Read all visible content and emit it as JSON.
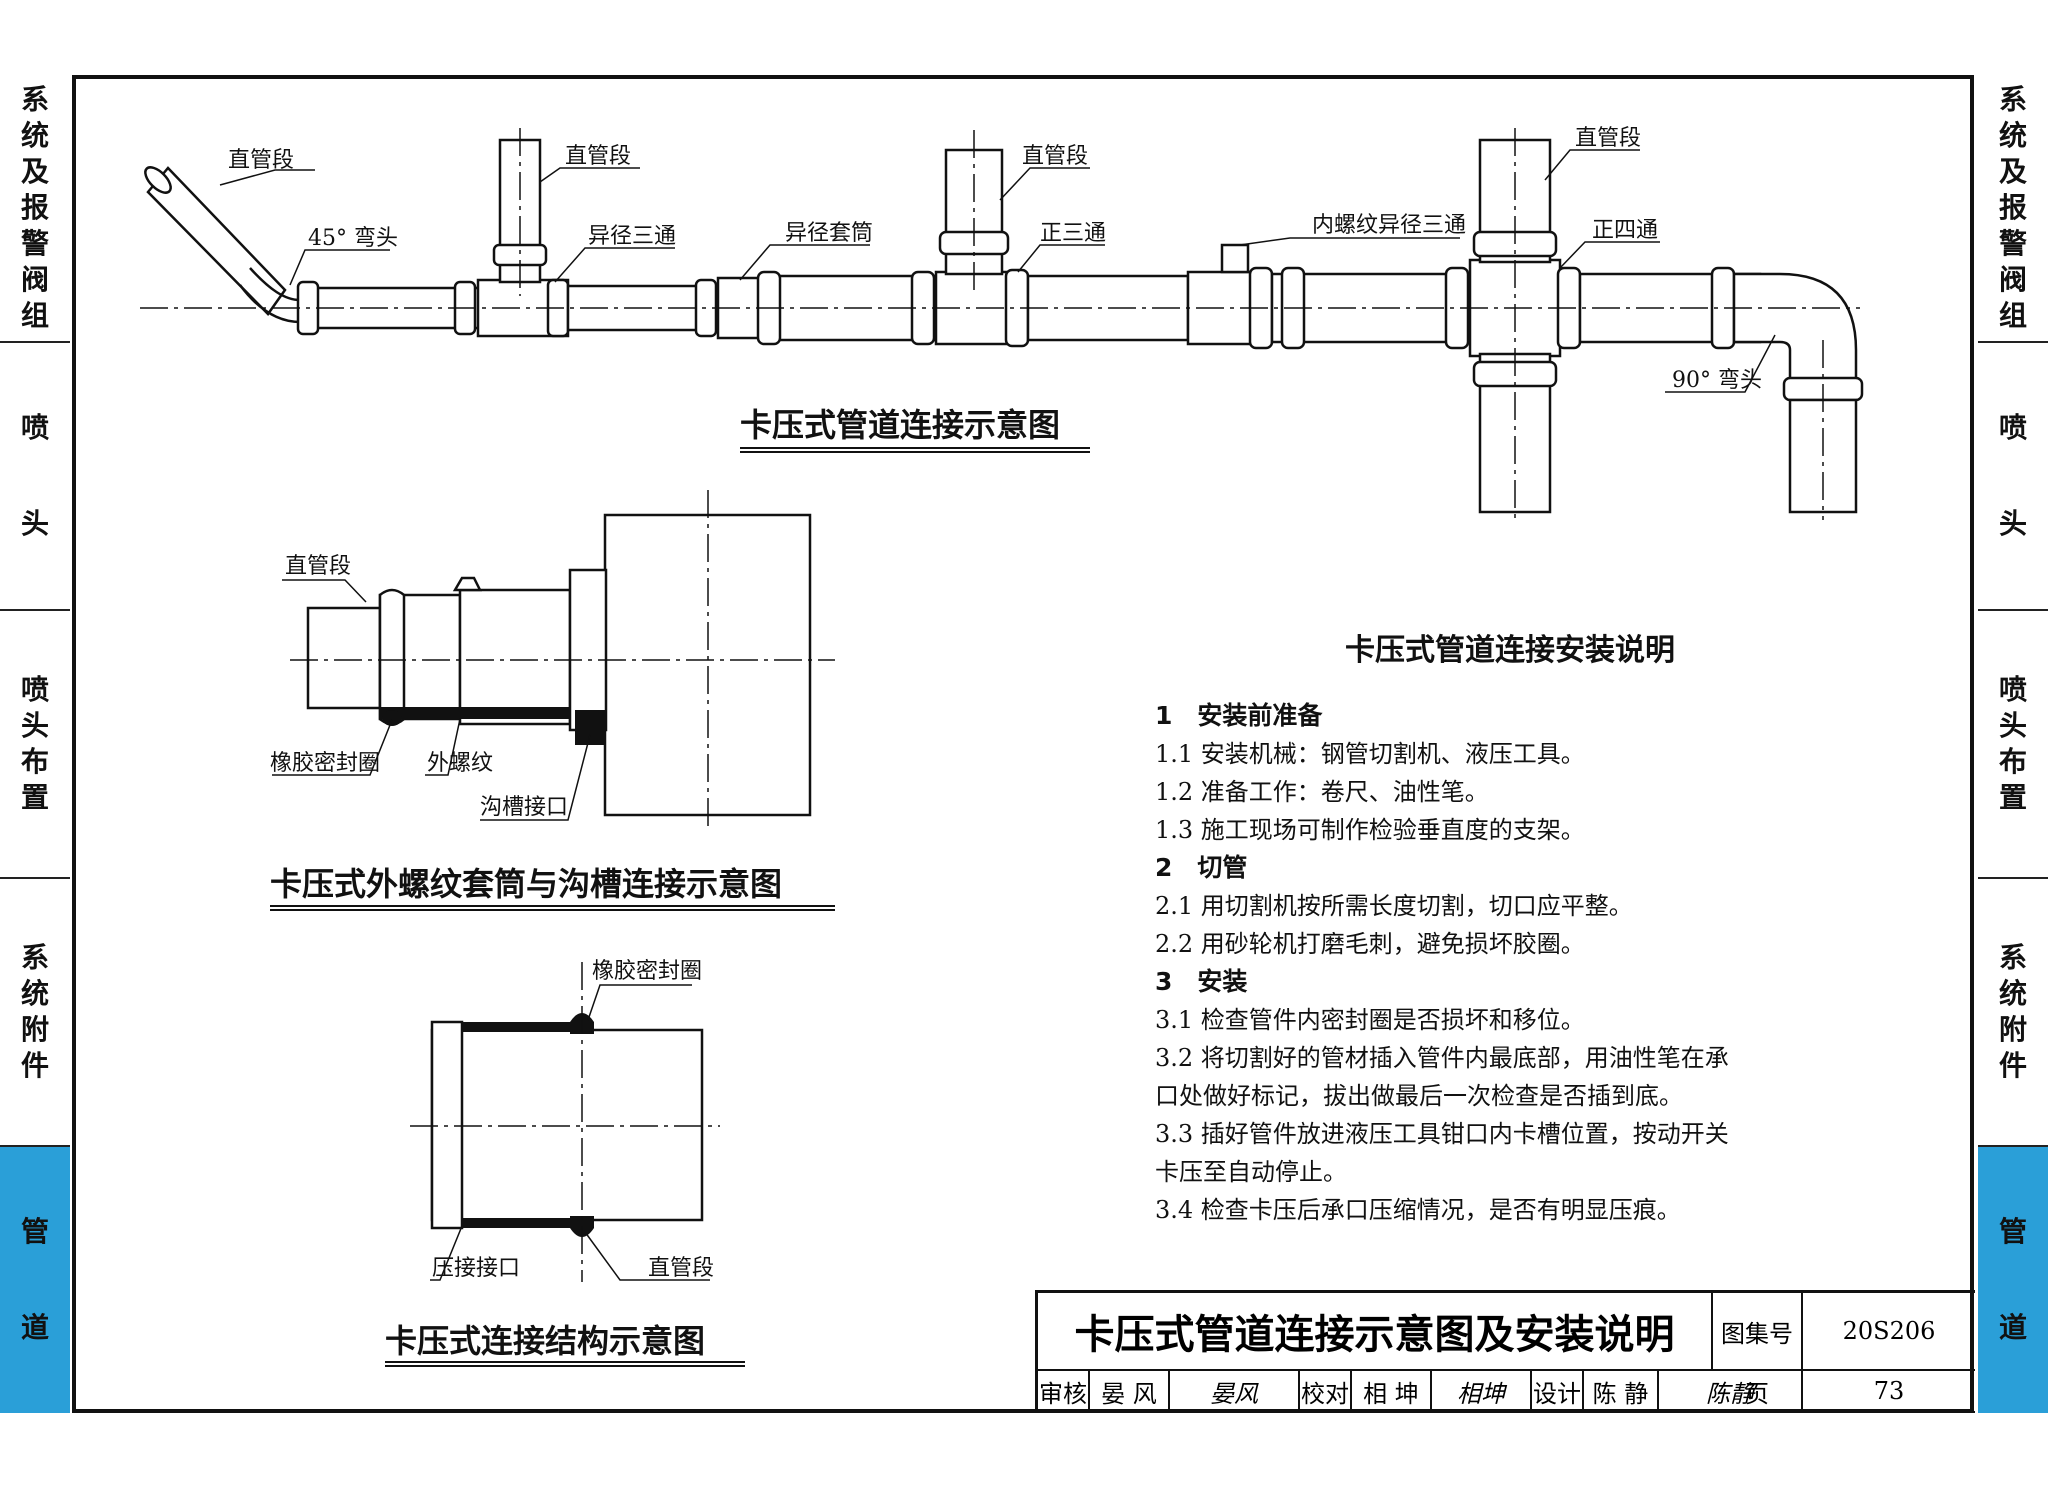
{
  "sidebar": {
    "tabs": [
      {
        "label": "系统及报警阀组",
        "chars": [
          "系",
          "统",
          "及",
          "报",
          "警",
          "阀",
          "组"
        ],
        "active": false
      },
      {
        "label": "喷头",
        "chars": [
          "喷",
          "",
          "头"
        ],
        "active": false
      },
      {
        "label": "喷头布置",
        "chars": [
          "喷",
          "头",
          "布",
          "置"
        ],
        "active": false
      },
      {
        "label": "系统附件",
        "chars": [
          "系",
          "统",
          "附",
          "件"
        ],
        "active": false
      },
      {
        "label": "管道",
        "chars": [
          "管",
          "",
          "道"
        ],
        "active": true
      }
    ]
  },
  "diagram1": {
    "title": "卡压式管道连接示意图",
    "labels": {
      "straight1": "直管段",
      "elbow45": "45° 弯头",
      "straight2": "直管段",
      "reducing_tee": "异径三通",
      "reducing_sleeve": "异径套筒",
      "straight3": "直管段",
      "equal_tee": "正三通",
      "internal_thread_tee": "内螺纹异径三通",
      "straight4": "直管段",
      "cross": "正四通",
      "elbow90": "90° 弯头"
    }
  },
  "diagram2": {
    "title": "卡压式外螺纹套筒与沟槽连接示意图",
    "labels": {
      "straight": "直管段",
      "rubber_ring": "橡胶密封圈",
      "external_thread": "外螺纹",
      "groove_joint": "沟槽接口"
    }
  },
  "diagram3": {
    "title": "卡压式连接结构示意图",
    "labels": {
      "rubber_ring": "橡胶密封圈",
      "press_joint": "压接接口",
      "straight": "直管段"
    }
  },
  "notes": {
    "title": "卡压式管道连接安装说明",
    "lines": [
      {
        "text": "1　安装前准备",
        "heading": true
      },
      {
        "text": "1.1 安装机械：钢管切割机、液压工具。",
        "heading": false
      },
      {
        "text": "1.2 准备工作：卷尺、油性笔。",
        "heading": false
      },
      {
        "text": "1.3 施工现场可制作检验垂直度的支架。",
        "heading": false
      },
      {
        "text": "2　切管",
        "heading": true
      },
      {
        "text": "2.1 用切割机按所需长度切割，切口应平整。",
        "heading": false
      },
      {
        "text": "2.2 用砂轮机打磨毛刺，避免损坏胶圈。",
        "heading": false
      },
      {
        "text": "3　安装",
        "heading": true
      },
      {
        "text": "3.1 检查管件内密封圈是否损坏和移位。",
        "heading": false
      },
      {
        "text": "3.2 将切割好的管材插入管件内最底部，用油性笔在承",
        "heading": false
      },
      {
        "text": "口处做好标记，拔出做最后一次检查是否插到底。",
        "heading": false
      },
      {
        "text": "3.3 插好管件放进液压工具钳口内卡槽位置，按动开关",
        "heading": false
      },
      {
        "text": "卡压至自动停止。",
        "heading": false
      },
      {
        "text": "3.4 检查卡压后承口压缩情况，是否有明显压痕。",
        "heading": false
      }
    ]
  },
  "titleblock": {
    "title": "卡压式管道连接示意图及安装说明",
    "atlas_label": "图集号",
    "atlas_no": "20S206",
    "page_label": "页",
    "page_no": "73",
    "review_label": "审核",
    "review_name": "晏 风",
    "review_sig": "晏风",
    "check_label": "校对",
    "check_name": "相 坤",
    "check_sig": "相坤",
    "design_label": "设计",
    "design_name": "陈 静",
    "design_sig": "陈静"
  }
}
